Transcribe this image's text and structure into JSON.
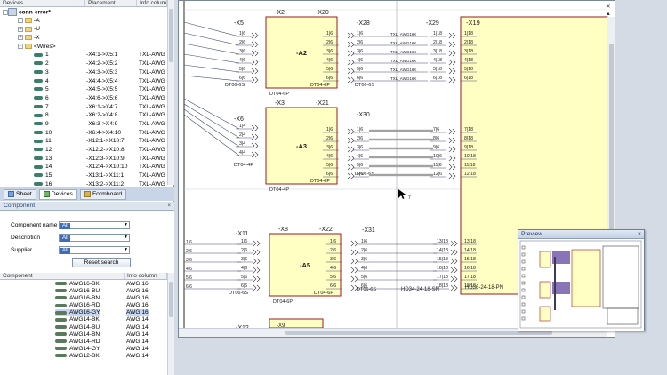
{
  "tree": {
    "columns": [
      "Devices",
      "Placement",
      "Info colum"
    ],
    "root": "conn-error*",
    "groups": [
      "-A",
      "-U",
      "-X",
      "<Wires>"
    ],
    "wires": [
      {
        "n": "1",
        "place": "-X4:1->X5:1",
        "info": "TXL-AWG"
      },
      {
        "n": "2",
        "place": "-X4:2->X5:2",
        "info": "TXL-AWG"
      },
      {
        "n": "3",
        "place": "-X4:3->X5:3",
        "info": "TXL-AWG"
      },
      {
        "n": "4",
        "place": "-X4:4->X5:4",
        "info": "TXL-AWG"
      },
      {
        "n": "5",
        "place": "-X4:5->X5:5",
        "info": "TXL-AWG"
      },
      {
        "n": "6",
        "place": "-X4:6->X5:6",
        "info": "TXL-AWG"
      },
      {
        "n": "7",
        "place": "-X6:1->X4:7",
        "info": "TXL-AWG"
      },
      {
        "n": "8",
        "place": "-X6:2->X4:8",
        "info": "TXL-AWG"
      },
      {
        "n": "9",
        "place": "-X6:3->X4:9",
        "info": "TXL-AWG"
      },
      {
        "n": "10",
        "place": "-X6:4->X4:10",
        "info": "TXL-AWG"
      },
      {
        "n": "11",
        "place": "-X12:1->X10:7",
        "info": "TXL-AWG"
      },
      {
        "n": "12",
        "place": "-X12:2->X10:8",
        "info": "TXL-AWG"
      },
      {
        "n": "13",
        "place": "-X12:3->X10:9",
        "info": "TXL-AWG"
      },
      {
        "n": "14",
        "place": "-X12:4->X10:10",
        "info": "TXL-AWG"
      },
      {
        "n": "15",
        "place": "-X13:1->X11:1",
        "info": "TXL-AWG"
      },
      {
        "n": "16",
        "place": "-X13:2->X11:2",
        "info": "TXL-AWG"
      }
    ]
  },
  "tabs": [
    "Sheet",
    "Devices",
    "Formboard"
  ],
  "component_panel": {
    "title": "Component",
    "pin": "↓ ×",
    "filters": [
      {
        "label": "Component name",
        "value": "All"
      },
      {
        "label": "Description",
        "value": "All"
      },
      {
        "label": "Supplier",
        "value": "All"
      }
    ],
    "reset_label": "Reset search",
    "columns": [
      "Component",
      "Info column"
    ],
    "rows": [
      {
        "name": "AWG16-BK",
        "info": "AWG 16"
      },
      {
        "name": "AWG16-BU",
        "info": "AWG 16"
      },
      {
        "name": "AWG16-BN",
        "info": "AWG 16"
      },
      {
        "name": "AWG16-RD",
        "info": "AWG 16"
      },
      {
        "name": "AWG16-GY",
        "info": "AWG 16"
      },
      {
        "name": "AWG14-BK",
        "info": "AWG 14"
      },
      {
        "name": "AWG14-BU",
        "info": "AWG 14"
      },
      {
        "name": "AWG14-BN",
        "info": "AWG 14"
      },
      {
        "name": "AWG14-RD",
        "info": "AWG 14"
      },
      {
        "name": "AWG14-GY",
        "info": "AWG 14"
      },
      {
        "name": "AWG12-BK",
        "info": "AWG 14"
      }
    ],
    "selected_row": 4
  },
  "schematic": {
    "devices": [
      {
        "name": "-A2",
        "top": "-X2",
        "top2": "-X20",
        "left_part": "DT04-6P",
        "right_part": "DT04-6P"
      },
      {
        "name": "-A3",
        "top": "-X3",
        "top2": "-X21",
        "left_part": "DT04-4P",
        "right_part": "DT04-6P"
      },
      {
        "name": "-A5",
        "top": "-X8",
        "top2": "-X22",
        "left_part": "DT04-6P",
        "right_part": "DT04-6P"
      }
    ],
    "connectors": {
      "x5": "-X5",
      "x5_part": "DT06-6S",
      "x6": "-X6",
      "x6_part": "DT06-4S",
      "x11": "-X11",
      "x11_part": "DT06-6S",
      "x12": "-X12",
      "x28": "-X28",
      "x28_part": "DT06-6S",
      "x29": "-X29",
      "x30": "-X30",
      "x30_part": "DT06-6S",
      "x31": "-X31",
      "x31_part": "DT06-6S",
      "x19": "-X19",
      "x9": "-X9",
      "hd_sn": "HD34-24-18-SN",
      "hd_pn": "HD36-24-18-PN"
    },
    "wire_label": "TXL_AWG16K",
    "pins6": [
      "1|6",
      "2|6",
      "3|6",
      "4|6",
      "5|6",
      "6|6"
    ],
    "pins4": [
      "1|4",
      "2|4",
      "3|4",
      "4|4"
    ],
    "x19_pins_top": [
      "1|18",
      "2|18",
      "3|18",
      "4|18",
      "5|18",
      "6|18"
    ],
    "x19_pins_mid": [
      "7|18",
      "8|18",
      "9|18",
      "10|18",
      "11|18",
      "12|18"
    ],
    "x19_pins_bot": [
      "13|18",
      "14|18",
      "15|18",
      "16|18",
      "17|18",
      "18|18"
    ],
    "x29_pins": [
      "1|18",
      "2|18",
      "3|18",
      "4|18",
      "5|18",
      "6|18"
    ],
    "cursor_label": "7"
  },
  "preview": {
    "title": "Preview",
    "close": "×"
  },
  "window_buttons": [
    "▲",
    "▼",
    "✕"
  ],
  "colors": {
    "device_fill": "#ffffc4",
    "device_stroke": "#9c1b1b",
    "wire": "#404a70",
    "grid": "#c9d0dc"
  }
}
